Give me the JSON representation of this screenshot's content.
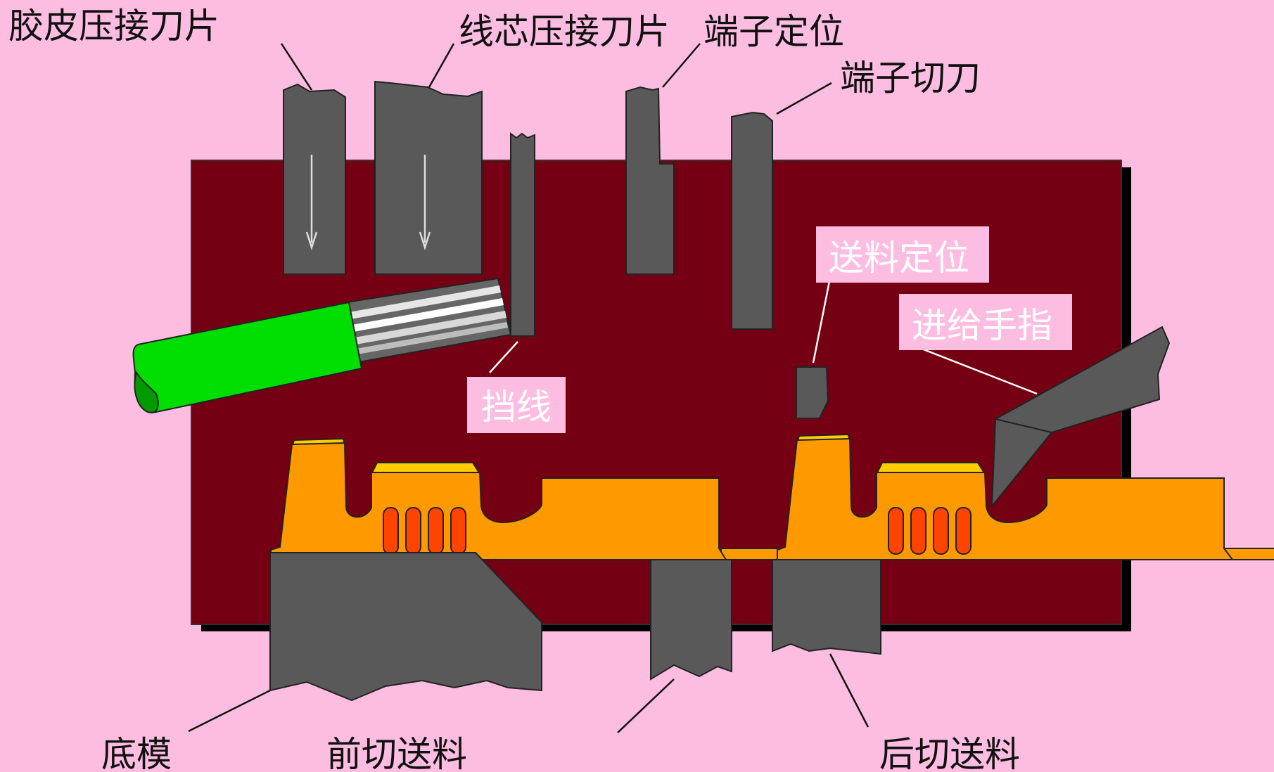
{
  "labels": {
    "insulation_crimp_blade": "胶皮压接刀片",
    "core_crimp_blade": "线芯压接刀片",
    "terminal_positioning": "端子定位",
    "terminal_cutter": "端子切刀",
    "feed_positioning": "送料定位",
    "feed_finger": "进给手指",
    "wire_stop": "挡线",
    "bottom_die": "底模",
    "front_cut_feed": "前切送料",
    "rear_cut_feed": "后切送料"
  },
  "colors": {
    "background": "#FCBDE1",
    "die_plate": "#750014",
    "blade": "#595959",
    "terminal": "#FF9900",
    "terminal_top": "#FFCC00",
    "serration": "#FF4400",
    "wire_insulation": "#00DD00",
    "label_box": "#FCBDE1"
  }
}
